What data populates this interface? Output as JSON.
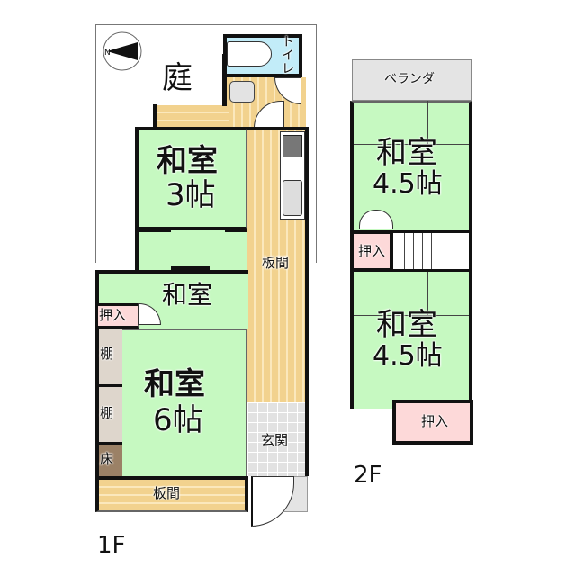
{
  "floor_plan": {
    "floors": [
      {
        "label": "1F",
        "rooms": [
          {
            "id": "garden",
            "label": "庭"
          },
          {
            "id": "toilet",
            "label": "トイレ"
          },
          {
            "id": "washroom",
            "label": ""
          },
          {
            "id": "washitsu_3",
            "label": "和室",
            "size": "3帖"
          },
          {
            "id": "itama_kitchen",
            "label": "板間"
          },
          {
            "id": "washitsu_small",
            "label": "和室"
          },
          {
            "id": "oshiire",
            "label": "押入"
          },
          {
            "id": "tana_1",
            "label": "棚"
          },
          {
            "id": "tana_2",
            "label": "棚"
          },
          {
            "id": "toko",
            "label": "床"
          },
          {
            "id": "washitsu_6",
            "label": "和室",
            "size": "6帖"
          },
          {
            "id": "genkan",
            "label": "玄関"
          },
          {
            "id": "itama_south",
            "label": "板間"
          }
        ]
      },
      {
        "label": "2F",
        "rooms": [
          {
            "id": "veranda",
            "label": "ベランダ"
          },
          {
            "id": "washitsu_45_north",
            "label": "和室",
            "size": "4.5帖"
          },
          {
            "id": "oshiire_mid",
            "label": "押入"
          },
          {
            "id": "washitsu_45_south",
            "label": "和室",
            "size": "4.5帖"
          },
          {
            "id": "oshiire_south",
            "label": "押入"
          }
        ]
      }
    ],
    "compass": {
      "north_label": "N"
    },
    "colors": {
      "tatami": "#c6f9c1",
      "wood_floor": "#f2d28e",
      "closet": "#fdd9d9",
      "toilet": "#c2ecf8",
      "genkan": "#e2e2e2",
      "veranda": "#e4e4e4",
      "wall": "#111111"
    }
  }
}
